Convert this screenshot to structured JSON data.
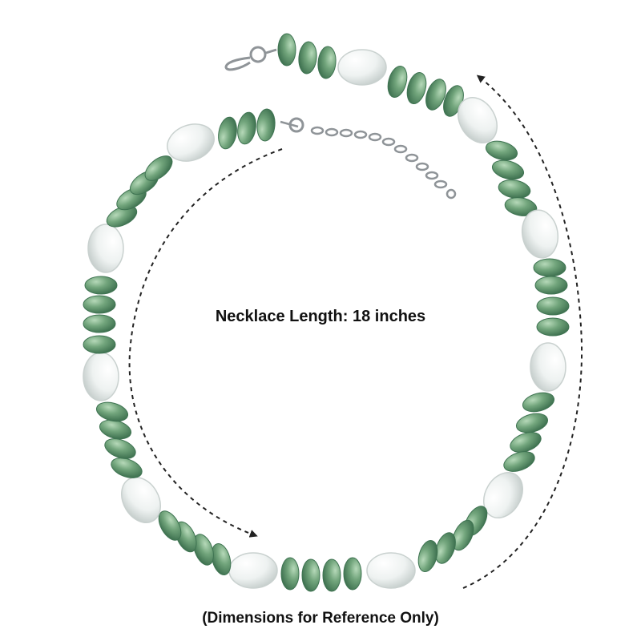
{
  "product": {
    "length_label": "Necklace Length: 18 inches",
    "disclaimer": "(Dimensions for Reference Only)"
  },
  "colors": {
    "aventurine_bead": "#6f9f78",
    "aventurine_dark": "#3f7452",
    "aventurine_light": "#a9cfad",
    "quartz_bead": "#eef2f1",
    "quartz_shade": "#c9d1cf",
    "metal": "#9a9fa3",
    "arrow": "#222222",
    "text": "#111111"
  },
  "materials": [
    "green-aventurine-rondelle-bead",
    "clear-quartz-tumble-bead",
    "stainless-steel-lobster-clasp",
    "extension-chain"
  ]
}
